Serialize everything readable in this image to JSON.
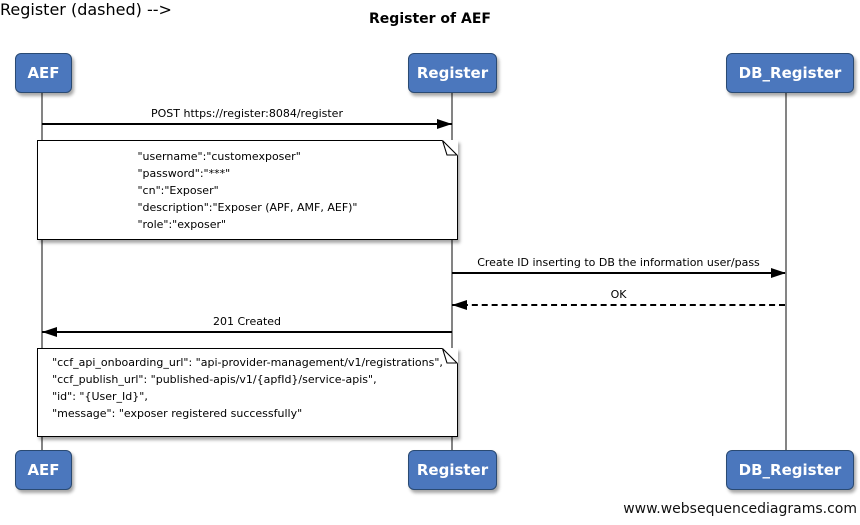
{
  "title": "Register of AEF",
  "watermark": "www.websequencediagrams.com",
  "actors": {
    "aef": "AEF",
    "register": "Register",
    "db_register": "DB_Register"
  },
  "messages": [
    {
      "label": "POST https://register:8084/register",
      "from": "AEF",
      "to": "Register",
      "line": "solid"
    },
    {
      "label": "Create ID inserting to DB the information user/pass",
      "from": "Register",
      "to": "DB_Register",
      "line": "solid"
    },
    {
      "label": "OK",
      "from": "DB_Register",
      "to": "Register",
      "line": "dashed"
    },
    {
      "label": "201 Created",
      "from": "Register",
      "to": "AEF",
      "line": "solid"
    }
  ],
  "notes": [
    {
      "lines": [
        "\"username\":\"customexposer\"",
        "\"password\":\"***\"",
        "\"cn\":\"Exposer\"",
        "\"description\":\"Exposer (APF, AMF, AEF)\"",
        "\"role\":\"exposer\""
      ]
    },
    {
      "lines": [
        "\"ccf_api_onboarding_url\": \"api-provider-management/v1/registrations\",",
        "\"ccf_publish_url\": \"published-apis/v1/{apfId}/service-apis\",",
        "\"id\": \"{User_Id}\",",
        "\"message\": \"exposer registered successfully\""
      ]
    }
  ],
  "colors": {
    "actor_fill": "#4b77bd",
    "actor_border": "#2a4a73",
    "actor_text": "#ffffff",
    "lifeline": "#848484",
    "arrow": "#000000",
    "note_fill": "#ffffff",
    "note_border": "#000000",
    "background": "#ffffff"
  }
}
